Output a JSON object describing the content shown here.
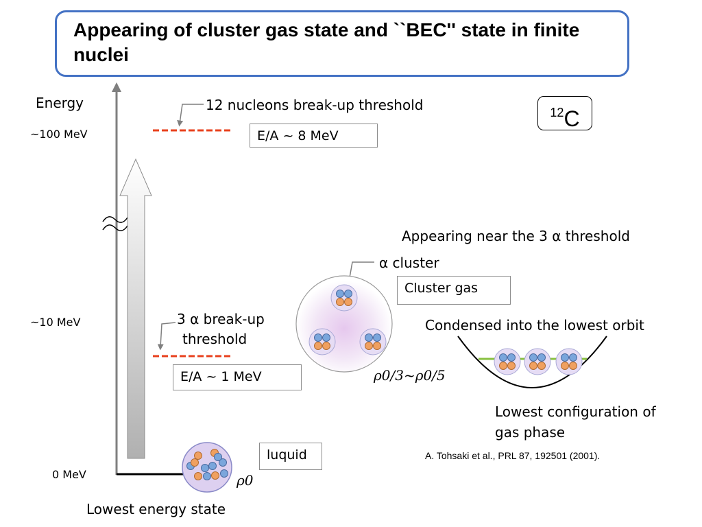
{
  "title": "Appearing of cluster gas state and ``BEC'' state  in finite nuclei",
  "axis": {
    "label": "Energy",
    "ticks": [
      "~100 MeV",
      "~10 MeV",
      "0 MeV"
    ]
  },
  "labels": {
    "twelve_nucleons": "12 nucleons break-up threshold",
    "ea_8": "E/A ~ 8 MeV",
    "alpha_breakup_line1": "3 α break-up",
    "alpha_breakup_line2": "threshold",
    "ea_1": "E/A ~ 1 MeV",
    "appearing_near": "Appearing near the 3 α threshold",
    "alpha_cluster": "α cluster",
    "cluster_gas": "Cluster gas",
    "density_gas": "ρ0/3~ρ0/5",
    "condensed": "Condensed into the lowest orbit",
    "lowest_config_line1": "Lowest configuration of",
    "lowest_config_line2": "gas phase",
    "reference": "A. Tohsaki et al., PRL 87, 192501 (2001).",
    "luquid": "luquid",
    "rho0": "ρ0",
    "lowest_energy": "Lowest energy state",
    "nucleus_mass": "12",
    "nucleus_symbol": "C"
  },
  "colors": {
    "title_border": "#4472c4",
    "threshold_dash": "#e8401c",
    "proton": "#f0a060",
    "neutron": "#7aa6dc",
    "cluster_ring": "#a9a9d6",
    "orbit_line": "#88c040"
  },
  "icons": [
    "approx-break-icon"
  ]
}
